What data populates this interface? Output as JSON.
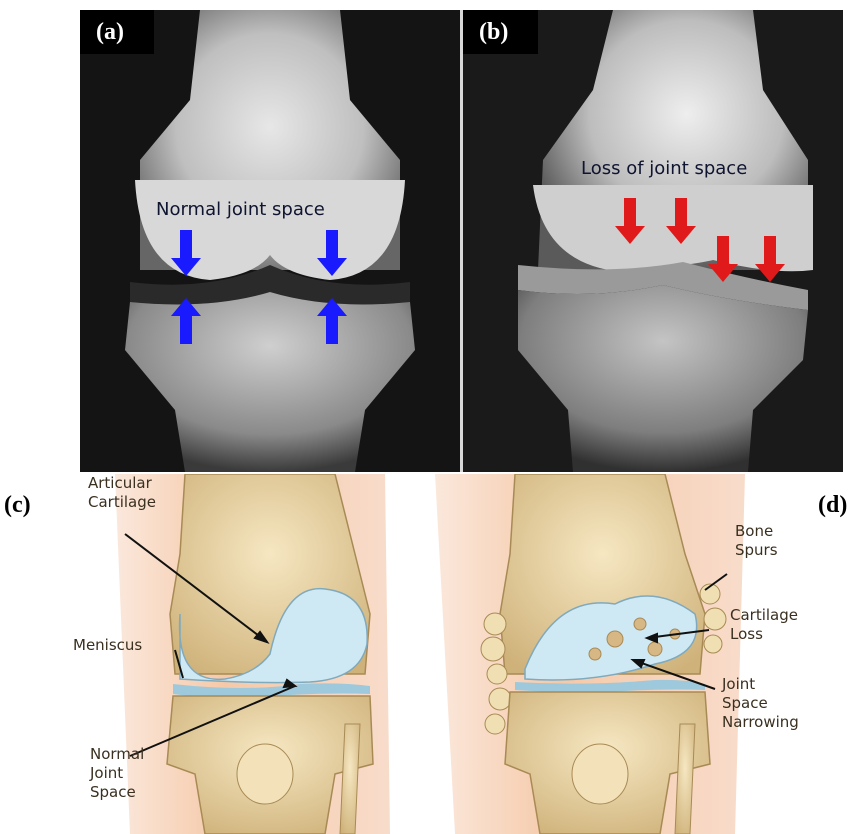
{
  "panels": {
    "a": {
      "label": "(a)",
      "caption": "Normal joint space",
      "arrow_color": "#1a1aff"
    },
    "b": {
      "label": "(b)",
      "caption": "Loss of joint space",
      "arrow_color": "#e01a1a"
    },
    "c": {
      "label": "(c)",
      "annotations": {
        "articular_cartilage": "Articular\nCartilage",
        "meniscus": "Meniscus",
        "normal_joint_space": "Normal\nJoint\nSpace"
      }
    },
    "d": {
      "label": "(d)",
      "annotations": {
        "bone_spurs": "Bone\nSpurs",
        "cartilage_loss": "Cartilage\nLoss",
        "joint_space_narrowing": "Joint\nSpace\nNarrowing"
      }
    }
  },
  "colors": {
    "bone": "#e9d6a6",
    "cartilage": "#bfe2f0",
    "skin": "#f5c9a8",
    "xray_bg": "#1a1a1a"
  }
}
